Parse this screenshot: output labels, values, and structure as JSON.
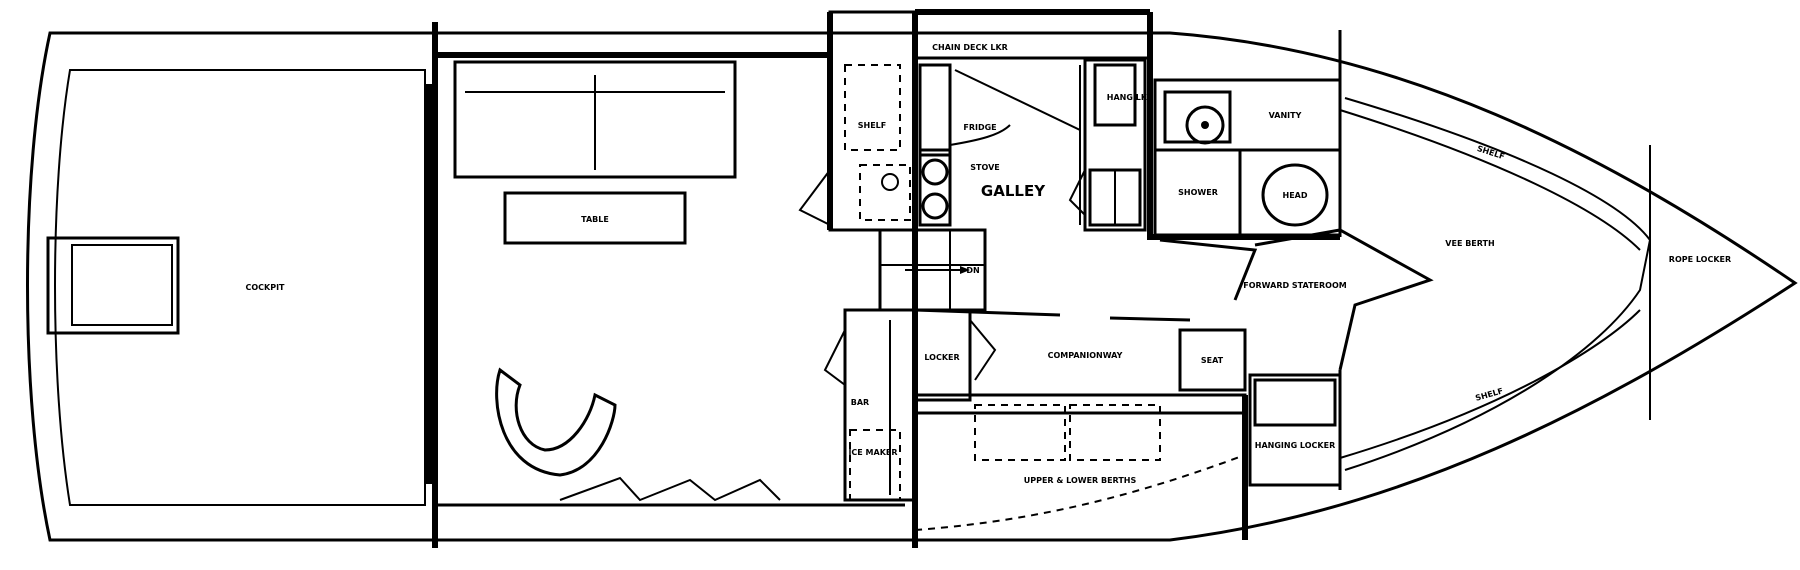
{
  "plan": {
    "labels": {
      "cockpit": "COCKPIT",
      "table": "TABLE",
      "shelf_aft": "SHELF",
      "fridge": "FRIDGE",
      "stove": "STOVE",
      "galley": "GALLEY",
      "hanging_locker": "HANG LKR",
      "dn": "DN",
      "locker": "LOCKER",
      "bar": "BAR",
      "ice_maker": "ICE MAKER",
      "companionway": "COMPANIONWAY",
      "seat": "SEAT",
      "upper_lower_berths": "UPPER & LOWER BERTHS",
      "hanging_locker_fwd": "HANGING LOCKER",
      "chain_deck_lkr": "CHAIN DECK LKR",
      "vanity": "VANITY",
      "shower": "SHOWER",
      "head": "HEAD",
      "forward_stateroom": "FORWARD STATEROOM",
      "vee_berth": "VEE BERTH",
      "shelf_upper": "SHELF",
      "shelf_lower": "SHELF",
      "rope_locker": "ROPE LOCKER"
    }
  }
}
